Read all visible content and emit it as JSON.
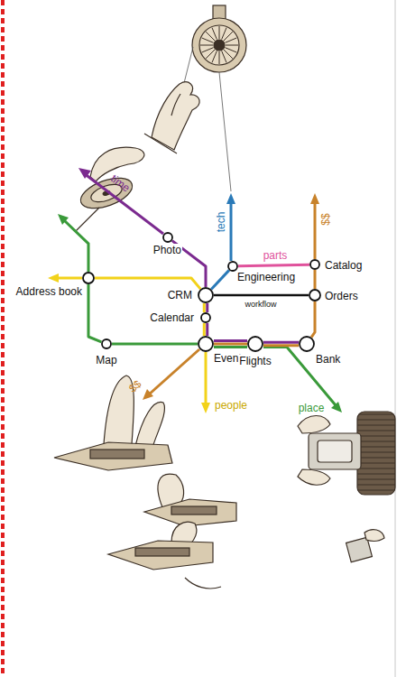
{
  "diagram": {
    "nodes": [
      {
        "text": [
          "Photo"
        ]
      },
      {
        "text": [
          "Engineering"
        ]
      },
      {
        "text": [
          "Catalog"
        ]
      },
      {
        "text": [
          "Address book"
        ]
      },
      {
        "text": [
          "CRM"
        ]
      },
      {
        "text": [
          "Orders"
        ]
      },
      {
        "text": [
          "Calendar"
        ]
      },
      {
        "text": [
          "Map"
        ]
      },
      {
        "text": [
          "Event"
        ]
      },
      {
        "text": [
          "Flights"
        ]
      },
      {
        "text": [
          "Bank"
        ]
      }
    ],
    "edges": [
      {
        "from": 0,
        "to": 4,
        "arrow": "none"
      },
      {
        "from": 4,
        "to": 1,
        "arrow": "none"
      },
      {
        "from": 1,
        "to": 2,
        "label": "parts",
        "arrow": "none"
      },
      {
        "from": 3,
        "to": 4,
        "arrow": "none"
      },
      {
        "from": 4,
        "to": 5,
        "label": "workflow",
        "arrow": "none"
      },
      {
        "from": 2,
        "to": 5,
        "arrow": "none"
      },
      {
        "from": 4,
        "to": 6,
        "arrow": "none"
      },
      {
        "from": 6,
        "to": 8,
        "arrow": "none"
      },
      {
        "from": 5,
        "to": 10,
        "arrow": "none"
      },
      {
        "from": 3,
        "to": 7,
        "arrow": "none"
      },
      {
        "from": 7,
        "to": 8,
        "arrow": "none"
      },
      {
        "from": 8,
        "to": 9,
        "arrow": "none"
      },
      {
        "from": 9,
        "to": 10,
        "arrow": "none"
      }
    ],
    "labels": [
      "time",
      "tech",
      "$$",
      "$$",
      "people",
      "place"
    ]
  }
}
